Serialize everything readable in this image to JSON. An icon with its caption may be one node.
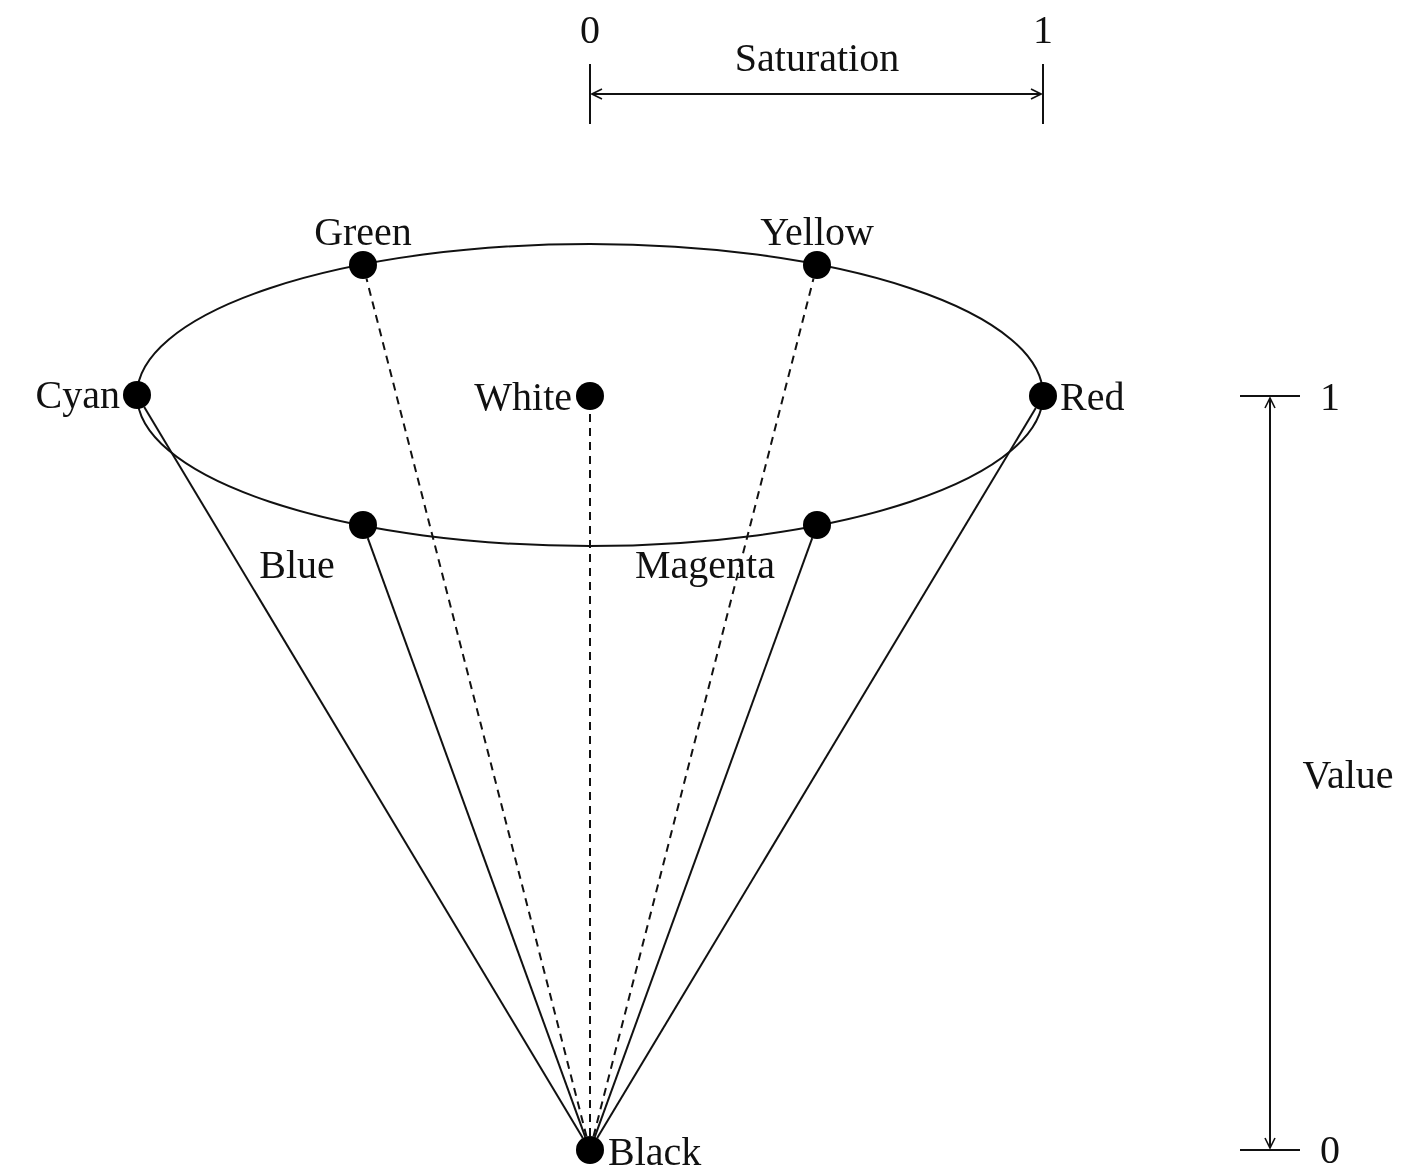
{
  "diagram": {
    "nodes": [
      {
        "text": [],
        "shape": "circle",
        "beside": [
          "Green"
        ]
      },
      {
        "text": [],
        "shape": "circle",
        "beside": [
          "Yellow"
        ]
      },
      {
        "text": [],
        "shape": "circle",
        "beside": [
          "Cyan"
        ]
      },
      {
        "text": [],
        "shape": "circle",
        "beside": [
          "White"
        ]
      },
      {
        "text": [],
        "shape": "circle",
        "beside": [
          "Red"
        ]
      },
      {
        "text": [],
        "shape": "circle",
        "beside": [
          "Blue"
        ]
      },
      {
        "text": [],
        "shape": "circle",
        "beside": [
          "Magenta"
        ]
      },
      {
        "text": [],
        "shape": "circle",
        "beside": [
          "Black"
        ]
      }
    ],
    "edges": [
      {
        "from": 7,
        "to": 2,
        "arrow": "none"
      },
      {
        "from": 7,
        "to": 5,
        "arrow": "none"
      },
      {
        "from": 7,
        "to": 0,
        "arrow": "none",
        "style": "dashed"
      },
      {
        "from": 7,
        "to": 3,
        "arrow": "none",
        "style": "dashed"
      },
      {
        "from": 7,
        "to": 1,
        "arrow": "none",
        "style": "dashed"
      },
      {
        "from": 7,
        "to": 6,
        "arrow": "none"
      },
      {
        "from": 7,
        "to": 4,
        "arrow": "none"
      }
    ],
    "labels": [
      "0",
      "1",
      "Saturation",
      "1",
      "Value",
      "0"
    ]
  }
}
